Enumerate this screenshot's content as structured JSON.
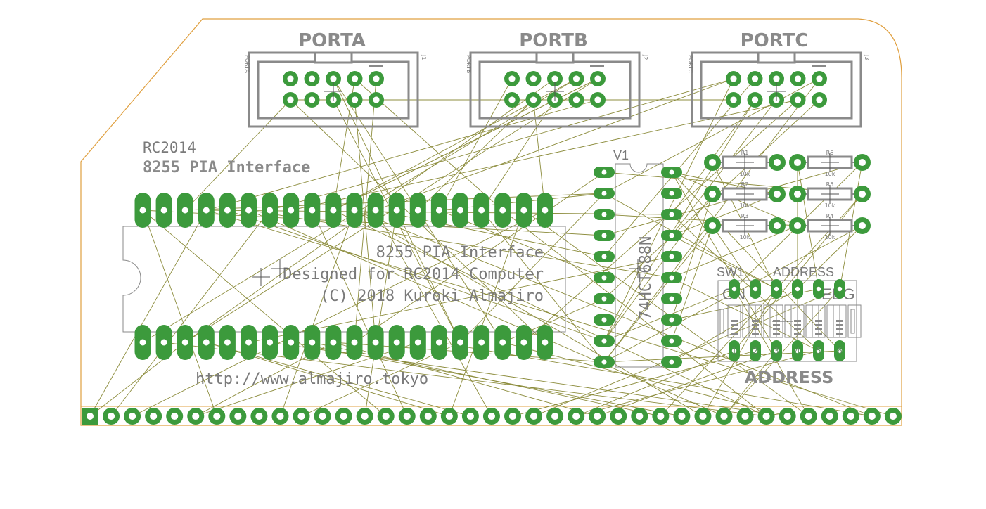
{
  "colors": {
    "board_outline": "#e0a040",
    "copper_pad": "#3c9a3c",
    "pad_hole": "#ffffff",
    "silkscreen": "#7a7a7a",
    "ratsnest": "#8c8c3c"
  },
  "headers": [
    {
      "title": "PORTA",
      "small_label": "PORTA",
      "designator": "J1"
    },
    {
      "title": "PORTB",
      "small_label": "PORTB",
      "designator": "J2"
    },
    {
      "title": "PORTC",
      "small_label": "PORTC",
      "designator": "J3"
    }
  ],
  "board_name": "RC2014",
  "board_subtitle": "8255 PIA Interface",
  "chip_text": {
    "line1": "8255 PIA Interface",
    "line2": "Designed for RC2014 Computer",
    "line3": "(C) 2018 Kuroki Almajiro"
  },
  "url": "http://www.almajiro.tokyo",
  "ic2": {
    "designator": "V1",
    "part": "74HCT688N"
  },
  "resistors": [
    {
      "designator": "R1",
      "value": "10k"
    },
    {
      "designator": "R6",
      "value": "10k"
    },
    {
      "designator": "R2",
      "value": "10k"
    },
    {
      "designator": "R5",
      "value": "10k"
    },
    {
      "designator": "R3",
      "value": "10k"
    },
    {
      "designator": "R4",
      "value": "10k"
    }
  ],
  "dip_switch": {
    "designator": "SW1",
    "name": "ADDRESS",
    "on_label": "ON",
    "edg_label": "EDG",
    "numbers": [
      "1",
      "2",
      "3",
      "4",
      "5",
      "6"
    ],
    "bottom_label": "ADDRESS"
  }
}
